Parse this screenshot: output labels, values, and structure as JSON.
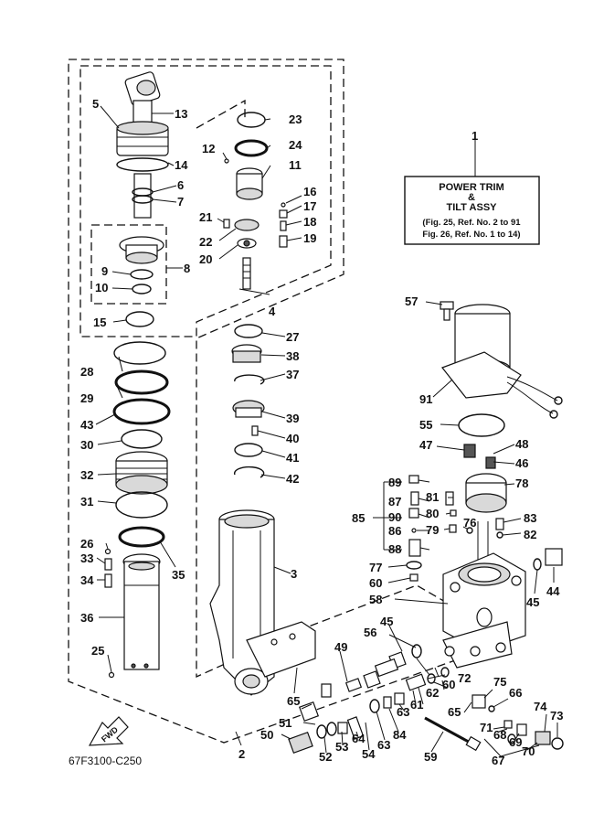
{
  "callout_box": {
    "title_line1": "POWER TRIM",
    "title_line2": "&",
    "title_line3": "TILT ASSY",
    "ref_line1": "(Fig. 25, Ref. No. 2 to 91",
    "ref_line2": "Fig. 26, Ref. No. 1 to 14)"
  },
  "fwd_label": "FWD",
  "drawing_code": "67F3100-C250",
  "part_labels": [
    {
      "id": "l1",
      "text": "1"
    },
    {
      "id": "l2",
      "text": "2"
    },
    {
      "id": "l3",
      "text": "3"
    },
    {
      "id": "l4",
      "text": "4"
    },
    {
      "id": "l5",
      "text": "5"
    },
    {
      "id": "l6",
      "text": "6"
    },
    {
      "id": "l7",
      "text": "7"
    },
    {
      "id": "l8",
      "text": "8"
    },
    {
      "id": "l9",
      "text": "9"
    },
    {
      "id": "l10",
      "text": "10"
    },
    {
      "id": "l11",
      "text": "11"
    },
    {
      "id": "l12",
      "text": "12"
    },
    {
      "id": "l13",
      "text": "13"
    },
    {
      "id": "l14",
      "text": "14"
    },
    {
      "id": "l15",
      "text": "15"
    },
    {
      "id": "l16",
      "text": "16"
    },
    {
      "id": "l17",
      "text": "17"
    },
    {
      "id": "l18",
      "text": "18"
    },
    {
      "id": "l19",
      "text": "19"
    },
    {
      "id": "l20",
      "text": "20"
    },
    {
      "id": "l21",
      "text": "21"
    },
    {
      "id": "l22",
      "text": "22"
    },
    {
      "id": "l23",
      "text": "23"
    },
    {
      "id": "l24",
      "text": "24"
    },
    {
      "id": "l25",
      "text": "25"
    },
    {
      "id": "l26",
      "text": "26"
    },
    {
      "id": "l27",
      "text": "27"
    },
    {
      "id": "l28",
      "text": "28"
    },
    {
      "id": "l29",
      "text": "29"
    },
    {
      "id": "l30",
      "text": "30"
    },
    {
      "id": "l31",
      "text": "31"
    },
    {
      "id": "l32",
      "text": "32"
    },
    {
      "id": "l33",
      "text": "33"
    },
    {
      "id": "l34",
      "text": "34"
    },
    {
      "id": "l35",
      "text": "35"
    },
    {
      "id": "l36",
      "text": "36"
    },
    {
      "id": "l37",
      "text": "37"
    },
    {
      "id": "l38",
      "text": "38"
    },
    {
      "id": "l39",
      "text": "39"
    },
    {
      "id": "l40",
      "text": "40"
    },
    {
      "id": "l41",
      "text": "41"
    },
    {
      "id": "l42",
      "text": "42"
    },
    {
      "id": "l43",
      "text": "43"
    },
    {
      "id": "l44",
      "text": "44"
    },
    {
      "id": "l45a",
      "text": "45"
    },
    {
      "id": "l45b",
      "text": "45"
    },
    {
      "id": "l46",
      "text": "46"
    },
    {
      "id": "l47",
      "text": "47"
    },
    {
      "id": "l48",
      "text": "48"
    },
    {
      "id": "l49",
      "text": "49"
    },
    {
      "id": "l50",
      "text": "50"
    },
    {
      "id": "l51",
      "text": "51"
    },
    {
      "id": "l52",
      "text": "52"
    },
    {
      "id": "l53",
      "text": "53"
    },
    {
      "id": "l54",
      "text": "54"
    },
    {
      "id": "l55",
      "text": "55"
    },
    {
      "id": "l56",
      "text": "56"
    },
    {
      "id": "l57",
      "text": "57"
    },
    {
      "id": "l58",
      "text": "58"
    },
    {
      "id": "l59",
      "text": "59"
    },
    {
      "id": "l60a",
      "text": "60"
    },
    {
      "id": "l60b",
      "text": "60"
    },
    {
      "id": "l61",
      "text": "61"
    },
    {
      "id": "l62",
      "text": "62"
    },
    {
      "id": "l63a",
      "text": "63"
    },
    {
      "id": "l63b",
      "text": "63"
    },
    {
      "id": "l64",
      "text": "64"
    },
    {
      "id": "l65a",
      "text": "65"
    },
    {
      "id": "l65b",
      "text": "65"
    },
    {
      "id": "l66",
      "text": "66"
    },
    {
      "id": "l67",
      "text": "67"
    },
    {
      "id": "l68",
      "text": "68"
    },
    {
      "id": "l69",
      "text": "69"
    },
    {
      "id": "l70",
      "text": "70"
    },
    {
      "id": "l71",
      "text": "71"
    },
    {
      "id": "l72",
      "text": "72"
    },
    {
      "id": "l73",
      "text": "73"
    },
    {
      "id": "l74",
      "text": "74"
    },
    {
      "id": "l75",
      "text": "75"
    },
    {
      "id": "l76",
      "text": "76"
    },
    {
      "id": "l77",
      "text": "77"
    },
    {
      "id": "l78",
      "text": "78"
    },
    {
      "id": "l79",
      "text": "79"
    },
    {
      "id": "l80",
      "text": "80"
    },
    {
      "id": "l81",
      "text": "81"
    },
    {
      "id": "l82",
      "text": "82"
    },
    {
      "id": "l83",
      "text": "83"
    },
    {
      "id": "l84",
      "text": "84"
    },
    {
      "id": "l85",
      "text": "85"
    },
    {
      "id": "l86",
      "text": "86"
    },
    {
      "id": "l87",
      "text": "87"
    },
    {
      "id": "l88",
      "text": "88"
    },
    {
      "id": "l89",
      "text": "89"
    },
    {
      "id": "l90",
      "text": "90"
    },
    {
      "id": "l91",
      "text": "91"
    }
  ]
}
